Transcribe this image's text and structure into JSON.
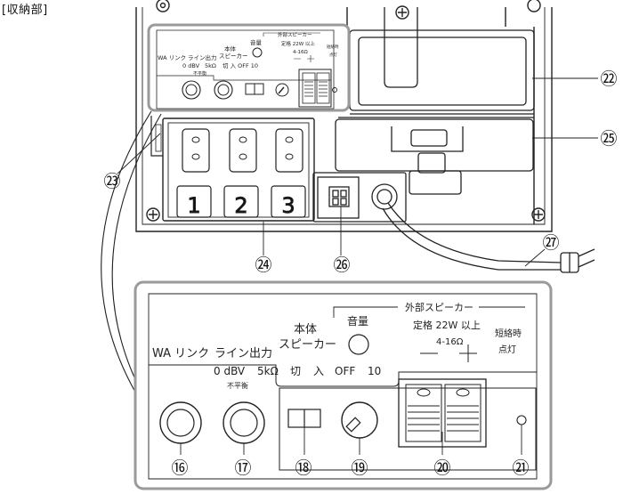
{
  "header": {
    "title": "[収納部]"
  },
  "small_panel": {
    "wa_link": "WA リンク",
    "line_out": "ライン出力",
    "dbv": "0 dBV",
    "five_k": "5kΩ",
    "unbalanced": "不平衡",
    "speaker_line1": "本体",
    "speaker_line2": "スピーカー",
    "volume": "音量",
    "external_speaker": "外部スピーカー",
    "rating": "定格 22W 以上",
    "impedance": "4-16Ω",
    "short_1": "短絡時",
    "short_2": "点灯",
    "off_on_off": "切 入 OFF 10"
  },
  "big_panel": {
    "wa_link": "WA リンク",
    "line_out": "ライン出力",
    "dbv": "0 dBV",
    "five_k": "5kΩ",
    "unbalanced": "不平衡",
    "speaker_line1": "本体",
    "speaker_line2": "スピーカー",
    "volume": "音量",
    "external_speaker": "外部スピーカー",
    "rating": "定格 22W 以上",
    "impedance": "4-16Ω",
    "short_1": "短絡時",
    "short_2": "点灯",
    "off_label": "切",
    "on_label": "入",
    "off_eng": "OFF",
    "ten": "10",
    "minus": "—",
    "plus": "+"
  },
  "tray": {
    "digit_1": "1",
    "digit_2": "2",
    "digit_3": "3"
  },
  "callouts": {
    "c16": "⑯",
    "c17": "⑰",
    "c18": "⑱",
    "c19": "⑲",
    "c20": "⑳",
    "c21": "㉑",
    "c22": "㉒",
    "c23": "㉓",
    "c24": "㉔",
    "c25": "㉕",
    "c26": "㉖",
    "c27": "㉗"
  },
  "colors": {
    "line": "#222222",
    "highlight_box": "#9a9a9a",
    "light_fill": "#f2f2f2"
  }
}
